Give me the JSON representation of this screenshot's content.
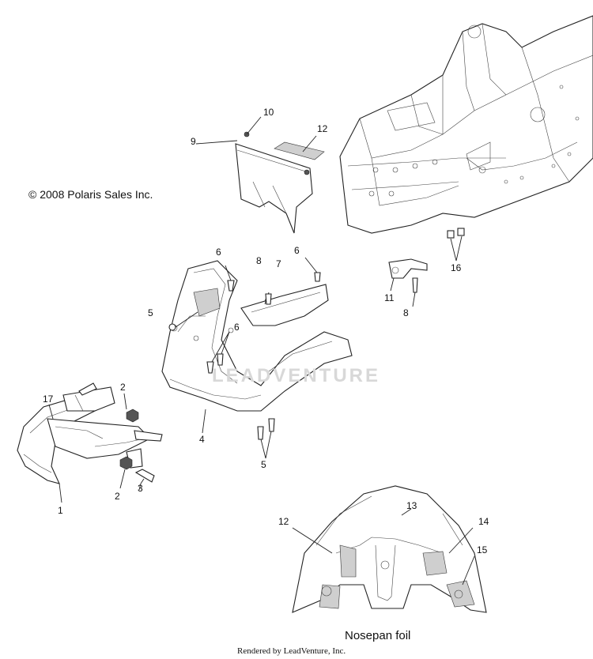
{
  "copyright": "© 2008 Polaris Sales Inc.",
  "caption": "Nosepan foil",
  "rendered_by": "Rendered by LeadVenture, Inc.",
  "watermark": "LEADVENTURE",
  "callouts": [
    "1",
    "2",
    "2",
    "3",
    "4",
    "5",
    "5",
    "6",
    "6",
    "6",
    "7",
    "8",
    "8",
    "9",
    "10",
    "11",
    "12",
    "12",
    "13",
    "14",
    "15",
    "16",
    "17"
  ]
}
